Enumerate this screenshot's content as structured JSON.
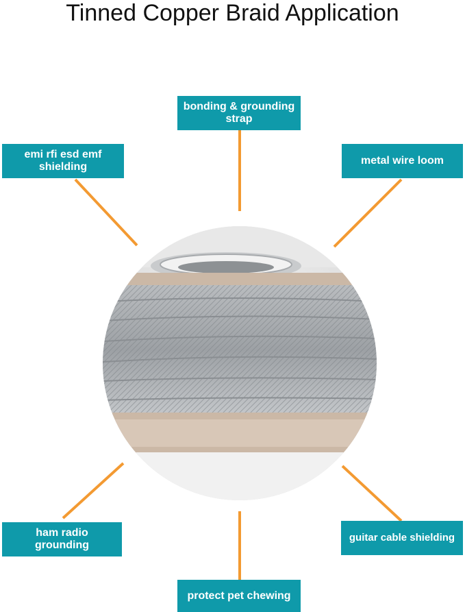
{
  "title": "Tinned Copper Braid Application",
  "colors": {
    "label_bg": "#0f9aaa",
    "connector": "#f39a32",
    "label_text": "#ffffff"
  },
  "labels": {
    "bonding": "bonding & grounding\nstrap",
    "emi": "emi rfi esd emf\nshielding",
    "loom": "metal wire loom",
    "ham": "ham radio\ngrounding",
    "guitar": "guitar cable shielding",
    "pet": "protect pet chewing"
  },
  "image": {
    "subject": "spool of tinned copper braid"
  }
}
